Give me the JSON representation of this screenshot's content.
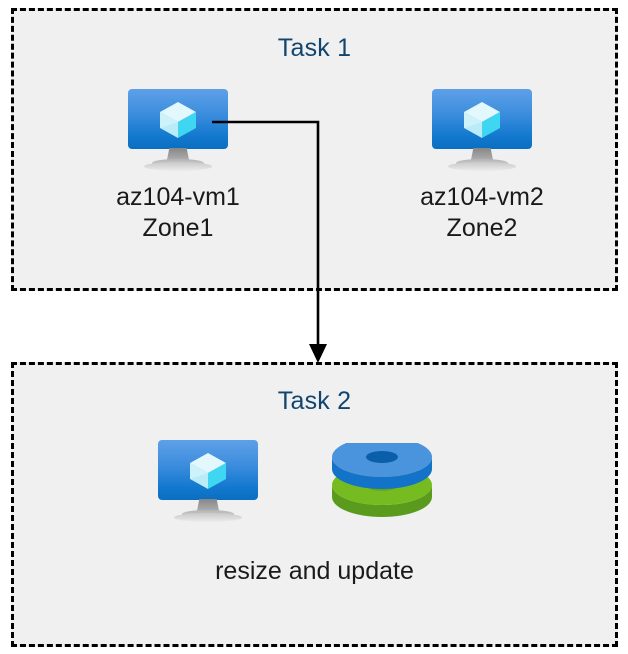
{
  "diagram": {
    "title": "Azure VM tasks diagram",
    "background_color": "#ffffff",
    "box_fill_color": "#f0f0f0",
    "box_border_color": "#000000",
    "title_color": "#10456f",
    "label_color": "#1a1a1a",
    "connector_color": "#000000"
  },
  "task1": {
    "title": "Task 1",
    "nodes": [
      {
        "icon": "azure-virtual-machine-icon",
        "name": "az104-vm1",
        "zone": "Zone1"
      },
      {
        "icon": "azure-virtual-machine-icon",
        "name": "az104-vm2",
        "zone": "Zone2"
      }
    ]
  },
  "task2": {
    "title": "Task 2",
    "icons": [
      "azure-virtual-machine-icon",
      "azure-managed-disks-icon"
    ],
    "caption": "resize and update"
  },
  "connector": {
    "label": "",
    "from": "az104-vm1",
    "to": "Task 2",
    "arrow": "down-arrow"
  },
  "colors": {
    "monitor_blue_light": "#5ea0e8",
    "monitor_blue_dark": "#0a6fc2",
    "cube_light": "#d6f4fb",
    "cube_cyan": "#32d3f0",
    "disk_blue_top": "#4a93dd",
    "disk_blue_side": "#1273c8",
    "disk_green_top": "#76bc21",
    "disk_green_side": "#5a9b1e"
  }
}
